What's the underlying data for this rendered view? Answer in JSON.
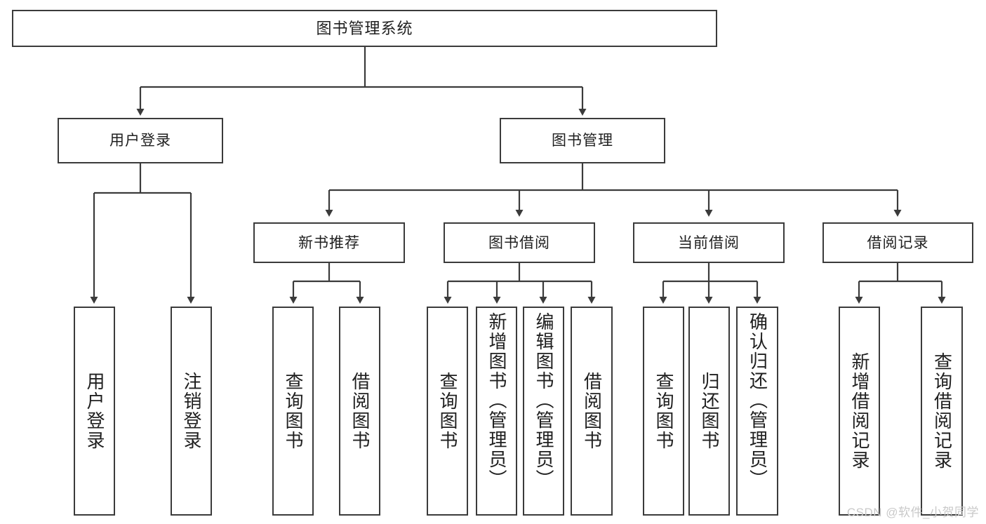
{
  "diagram": {
    "type": "tree",
    "title": "图书管理系统",
    "root": {
      "label": "图书管理系统"
    },
    "level2": [
      {
        "label": "用户登录"
      },
      {
        "label": "图书管理"
      }
    ],
    "level3": [
      {
        "label": "新书推荐"
      },
      {
        "label": "图书借阅"
      },
      {
        "label": "当前借阅"
      },
      {
        "label": "借阅记录"
      }
    ],
    "leaves": {
      "user_login": [
        {
          "label": "用户登录"
        },
        {
          "label": "注销登录"
        }
      ],
      "new_book": [
        {
          "label": "查询图书"
        },
        {
          "label": "借阅图书"
        }
      ],
      "book_borrow": [
        {
          "label": "查询图书"
        },
        {
          "label": "新增图书（管理员）"
        },
        {
          "label": "编辑图书（管理员）"
        },
        {
          "label": "借阅图书"
        }
      ],
      "current_borrow": [
        {
          "label": "查询图书"
        },
        {
          "label": "归还图书"
        },
        {
          "label": "确认归还（管理员）"
        }
      ],
      "borrow_record": [
        {
          "label": "新增借阅记录"
        },
        {
          "label": "查询借阅记录"
        }
      ]
    }
  },
  "watermark": {
    "text": "CSDN @软件_小贺同学"
  },
  "colors": {
    "stroke": "#3b3b3b",
    "fill": "#ffffff",
    "text": "#1f1f1f",
    "watermark": "#c9c9c9"
  }
}
